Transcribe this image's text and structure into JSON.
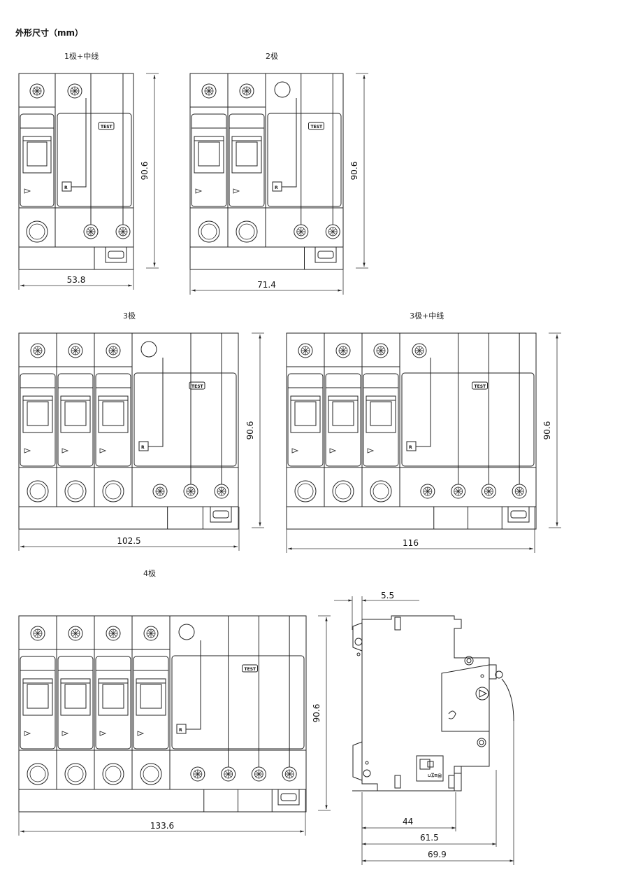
{
  "title": "外形尺寸（mm）",
  "views": [
    {
      "id": "v1",
      "caption": "1极+中线",
      "mcb_poles": 1,
      "rcd_terminals": 2,
      "rcd_circle": false,
      "height_label": "90.6",
      "width_label": "53.8"
    },
    {
      "id": "v2",
      "caption": "2极",
      "mcb_poles": 2,
      "rcd_terminals": 2,
      "rcd_circle": true,
      "height_label": "90.6",
      "width_label": "71.4"
    },
    {
      "id": "v3",
      "caption": "3极",
      "mcb_poles": 3,
      "rcd_terminals": 3,
      "rcd_circle": true,
      "height_label": "90.6",
      "width_label": "102.5"
    },
    {
      "id": "v4",
      "caption": "3极+中线",
      "mcb_poles": 3,
      "rcd_terminals": 4,
      "rcd_circle": false,
      "height_label": "90.6",
      "width_label": "116"
    },
    {
      "id": "v5",
      "caption": "4极",
      "mcb_poles": 4,
      "rcd_terminals": 4,
      "rcd_circle": true,
      "height_label": "90.6",
      "width_label": "133.6"
    }
  ],
  "side_view": {
    "top_label": "5.5",
    "depth_labels": [
      "44",
      "61.5",
      "69.9"
    ]
  },
  "labels": {
    "test": "TEST",
    "r": "R"
  }
}
